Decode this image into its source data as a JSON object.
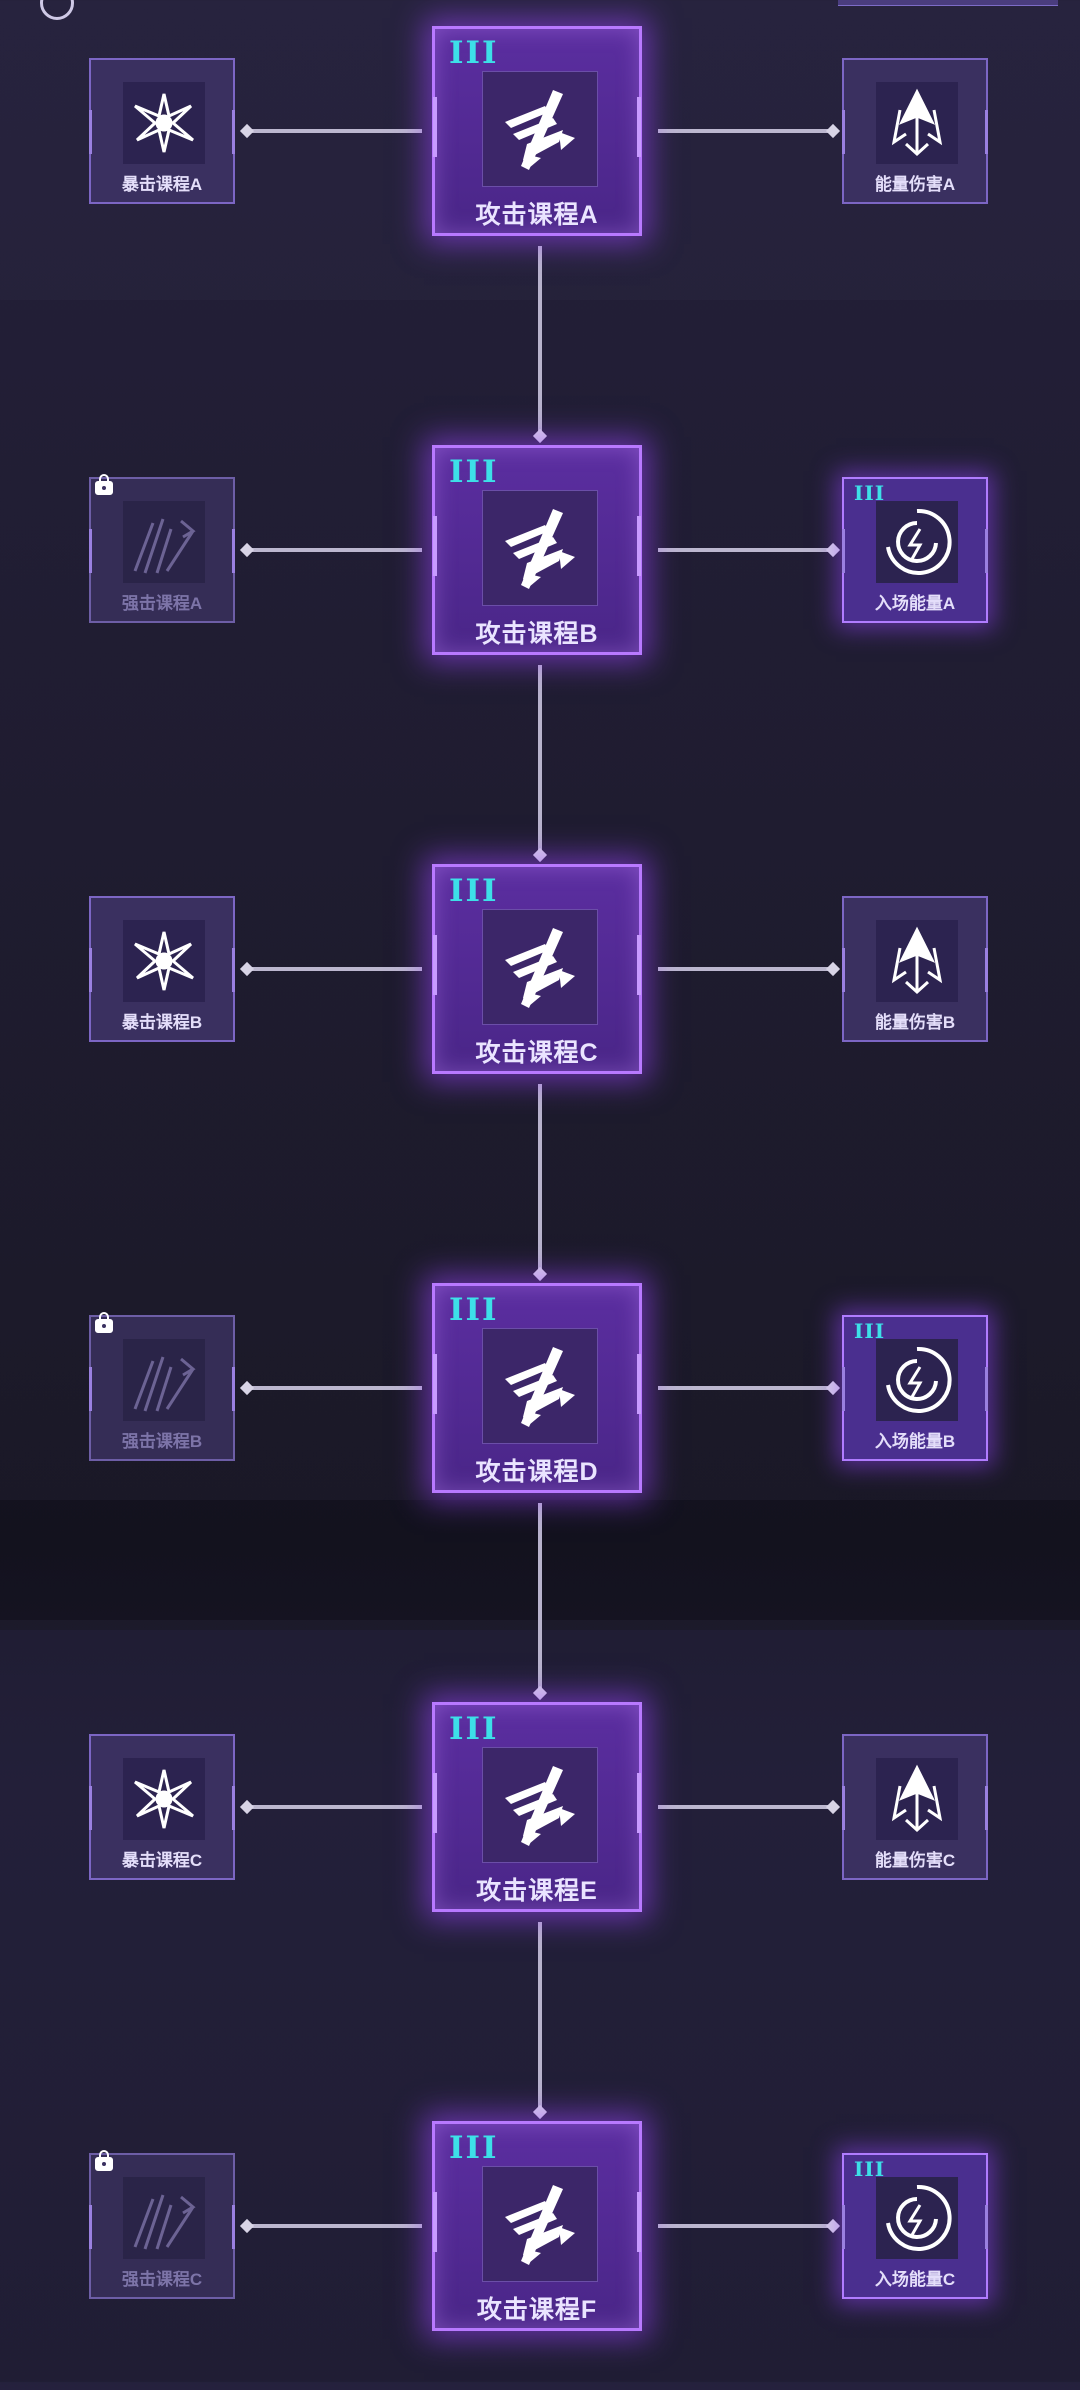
{
  "tiers": [
    {
      "main": {
        "label": "攻击课程A",
        "tier": "III"
      },
      "left": {
        "label": "暴击课程A",
        "icon": "crit-burst-icon",
        "state": "normal"
      },
      "right": {
        "label": "能量伤害A",
        "icon": "energy-trident-icon",
        "state": "normal"
      }
    },
    {
      "main": {
        "label": "攻击课程B",
        "tier": "III"
      },
      "left": {
        "label": "强击课程A",
        "icon": "power-strike-icon",
        "state": "locked"
      },
      "right": {
        "label": "入场能量A",
        "icon": "entry-energy-swirl-icon",
        "state": "active",
        "tier": "III"
      }
    },
    {
      "main": {
        "label": "攻击课程C",
        "tier": "III"
      },
      "left": {
        "label": "暴击课程B",
        "icon": "crit-burst-icon",
        "state": "normal"
      },
      "right": {
        "label": "能量伤害B",
        "icon": "energy-trident-icon",
        "state": "normal"
      }
    },
    {
      "main": {
        "label": "攻击课程D",
        "tier": "III"
      },
      "left": {
        "label": "强击课程B",
        "icon": "power-strike-icon",
        "state": "locked"
      },
      "right": {
        "label": "入场能量B",
        "icon": "entry-energy-swirl-icon",
        "state": "active",
        "tier": "III"
      }
    },
    {
      "main": {
        "label": "攻击课程E",
        "tier": "III"
      },
      "left": {
        "label": "暴击课程C",
        "icon": "crit-burst-icon",
        "state": "normal"
      },
      "right": {
        "label": "能量伤害C",
        "icon": "energy-trident-icon",
        "state": "normal"
      }
    },
    {
      "main": {
        "label": "攻击课程F",
        "tier": "III"
      },
      "left": {
        "label": "强击课程C",
        "icon": "power-strike-icon",
        "state": "locked"
      },
      "right": {
        "label": "入场能量C",
        "icon": "entry-energy-swirl-icon",
        "state": "active",
        "tier": "III"
      }
    }
  ],
  "colors": {
    "accent_purple": "#b879ff",
    "tier_cyan": "#3de0e8",
    "connector": "#bcb7cf",
    "background": "#1f1c30"
  }
}
